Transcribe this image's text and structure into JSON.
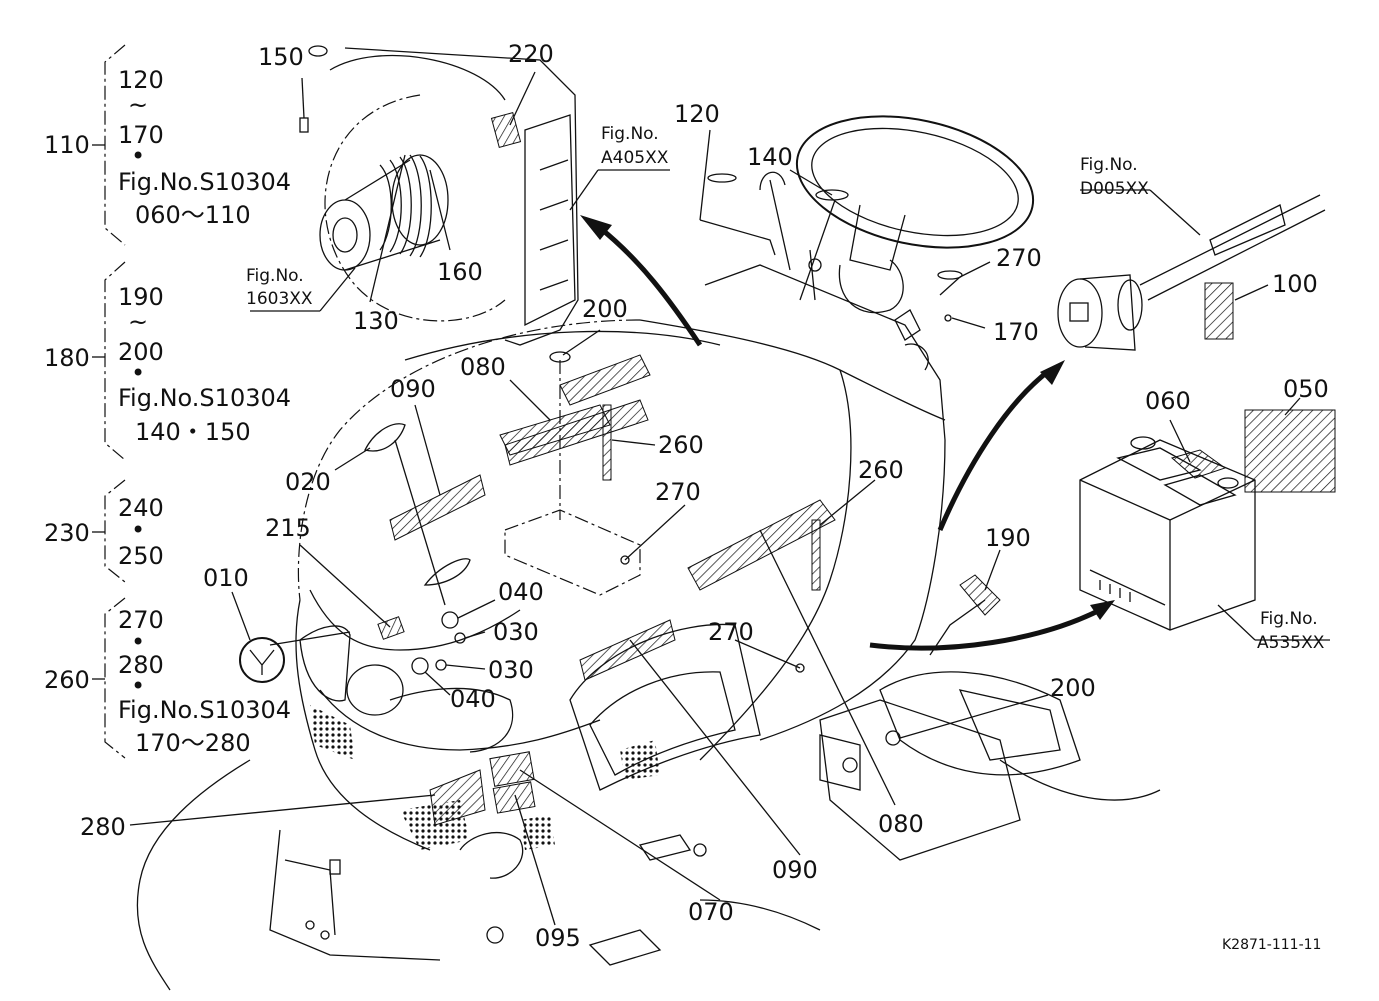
{
  "group_labels": {
    "g110": "110",
    "g110_lines": [
      "120",
      "~",
      "170",
      "•",
      "Fig.No.S10304",
      "060～110"
    ],
    "g180": "180",
    "g180_lines": [
      "190",
      "~",
      "200",
      "•",
      "Fig.No.S10304",
      "140・150"
    ],
    "g230": "230",
    "g230_lines": [
      "240",
      "•",
      "250"
    ],
    "g260": "260",
    "g260_lines": [
      "270",
      "•",
      "280",
      "•",
      "Fig.No.S10304",
      "170～280"
    ]
  },
  "part_labels": {
    "p150": "150",
    "p220": "220",
    "p160": "160",
    "p130": "130",
    "p120": "120",
    "p140": "140",
    "p270a": "270",
    "p170": "170",
    "p100": "100",
    "p200a": "200",
    "p080a": "080",
    "p090a": "090",
    "p260a": "260",
    "p020": "020",
    "p270b": "270",
    "p260b": "260",
    "p215": "215",
    "p010": "010",
    "p040a": "040",
    "p030a": "030",
    "p030b": "030",
    "p040b": "040",
    "p190": "190",
    "p060": "060",
    "p050": "050",
    "p270c": "270",
    "p200b": "200",
    "p280": "280",
    "p095": "095",
    "p070": "070",
    "p090b": "090",
    "p080b": "080"
  },
  "fig_refs": {
    "f1603": [
      "Fig.No.",
      "1603XX"
    ],
    "fA405": [
      "Fig.No.",
      "A405XX"
    ],
    "fD005": [
      "Fig.No.",
      "D005XX"
    ],
    "fA535": [
      "Fig.No.",
      "A535XX"
    ]
  },
  "drawing_code": "K2871-111-11"
}
